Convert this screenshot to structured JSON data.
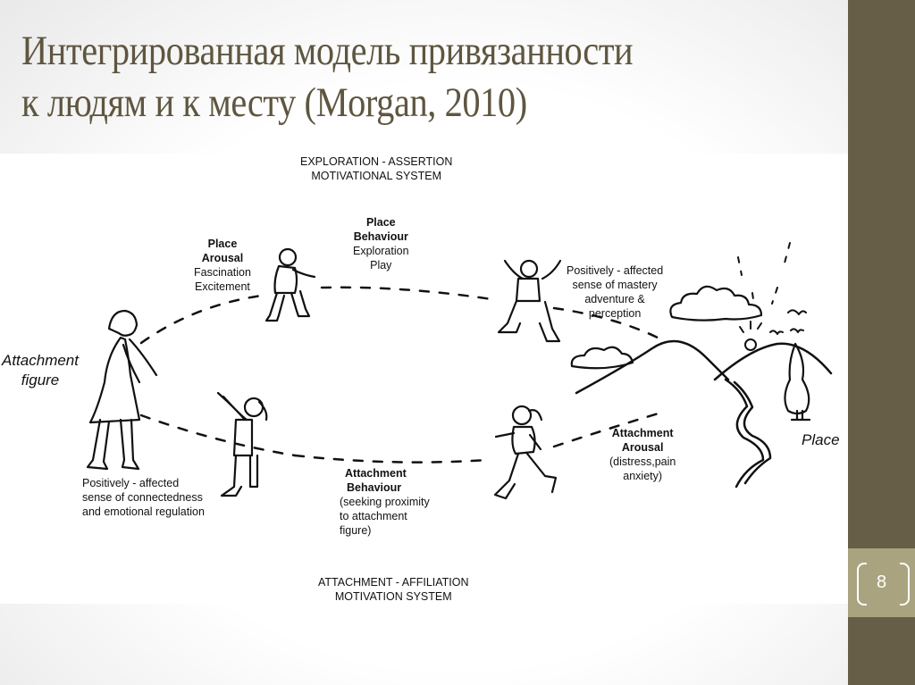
{
  "slide": {
    "title_line1": "Интегрированная модель привязанности",
    "title_line2": "к людям и к месту (Morgan, 2010)",
    "page_number": "8",
    "colors": {
      "sidebar": "#675e47",
      "page_box": "#a9a47f",
      "title_text": "#5e5640"
    }
  },
  "diagram": {
    "top_system_line1": "EXPLORATION - ASSERTION",
    "top_system_line2": "MOTIVATIONAL SYSTEM",
    "bottom_system_line1": "ATTACHMENT - AFFILIATION",
    "bottom_system_line2": "MOTIVATION SYSTEM",
    "attachment_figure_line1": "Attachment",
    "attachment_figure_line2": "figure",
    "place_label": "Place",
    "place_arousal": {
      "title1": "Place",
      "title2": "Arousal",
      "line1": "Fascination",
      "line2": "Excitement"
    },
    "place_behaviour": {
      "title1": "Place",
      "title2": "Behaviour",
      "line1": "Exploration",
      "line2": "Play"
    },
    "positive_place": {
      "line1": "Positively - affected",
      "line2": "sense of mastery",
      "line3": "adventure &",
      "line4": "perception"
    },
    "positive_people": {
      "line1": "Positively - affected",
      "line2": "sense of connectedness",
      "line3": "and emotional regulation"
    },
    "attachment_behaviour": {
      "title1": "Attachment",
      "title2": "Behaviour",
      "line1": "(seeking proximity",
      "line2": "to attachment",
      "line3": "figure)"
    },
    "attachment_arousal": {
      "title1": "Attachment",
      "title2": "Arousal",
      "line1": "(distress,pain",
      "line2": "anxiety)"
    },
    "icons": [
      "adult-woman-figure",
      "child-walking-icon",
      "child-arms-up-icon",
      "child-reaching-icon",
      "child-running-icon",
      "landscape-hills-icon",
      "cloud-icon",
      "sun-icon",
      "tree-icon",
      "river-icon",
      "birds-icon"
    ]
  }
}
